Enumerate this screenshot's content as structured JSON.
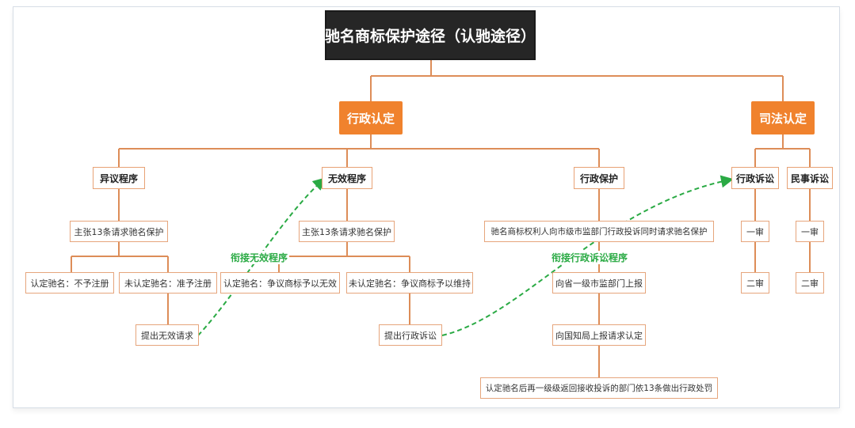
{
  "title": "驰名商标保护途径（认驰途径）",
  "colors": {
    "accent": "#f0822d",
    "line": "#dd8d58",
    "arrow": "#2aaa44",
    "root_bg": "#262626"
  },
  "categories": {
    "admin": "行政认定",
    "judicial": "司法认定"
  },
  "admin": {
    "objection": {
      "label": "异议程序",
      "claim": "主张13条请求驰名保护",
      "recognized": "认定驰名：不予注册",
      "not_recognized": "未认定驰名：准予注册",
      "request_invalid": "提出无效请求"
    },
    "invalidation": {
      "label": "无效程序",
      "claim": "主张13条请求驰名保护",
      "recognized": "认定驰名：争议商标予以无效",
      "not_recognized": "未认定驰名：争议商标予以维持",
      "admin_litigation": "提出行政诉讼"
    },
    "protection": {
      "label": "行政保护",
      "claim": "驰名商标权利人向市级市监部门行政投诉同时请求驰名保护",
      "report_province": "向省一级市监部门上报",
      "report_cnipa": "向国知局上报请求认定",
      "result": "认定驰名后再一级级返回接收投诉的部门依13条做出行政处罚"
    }
  },
  "judicial": {
    "admin_litigation": {
      "label": "行政诉讼",
      "first": "一审",
      "second": "二审"
    },
    "civil_litigation": {
      "label": "民事诉讼",
      "first": "一审",
      "second": "二审"
    }
  },
  "links": {
    "to_invalidation": "衔接无效程序",
    "to_admin_litigation": "衔接行政诉讼程序"
  }
}
